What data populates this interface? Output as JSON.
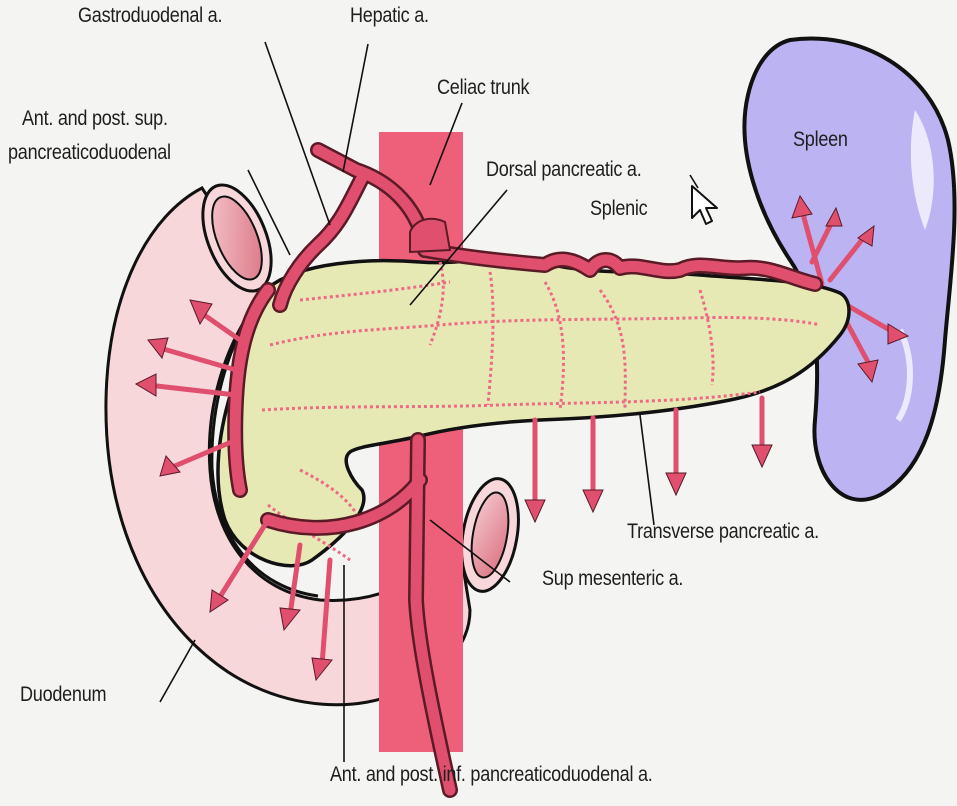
{
  "labels": {
    "gastroduodenal": "Gastroduodenal a.",
    "hepatic": "Hepatic a.",
    "celiac": "Celiac trunk",
    "ant_post_sup_line1": "Ant. and post. sup.",
    "ant_post_sup_line2": "pancreaticoduodenal",
    "dorsal_pancreatic": "Dorsal pancreatic a.",
    "splenic": "Splenic",
    "spleen": "Spleen",
    "transverse_pancreatic": "Transverse pancreatic a.",
    "sup_mesenteric": "Sup mesenteric a.",
    "duodenum": "Duodenum",
    "ant_post_inf": "Ant. and post. inf. pancreaticoduodenal a."
  },
  "colors": {
    "artery": "#e0506e",
    "artery_outline": "#5a1a26",
    "pancreas": "#e7e9b5",
    "duodenum": "#f7d7da",
    "spleen": "#bcb3f3",
    "vessel_lumen": "#e79aa6",
    "background": "#f4f4f2"
  },
  "icons": {
    "cursor": "mouse-pointer-icon"
  }
}
